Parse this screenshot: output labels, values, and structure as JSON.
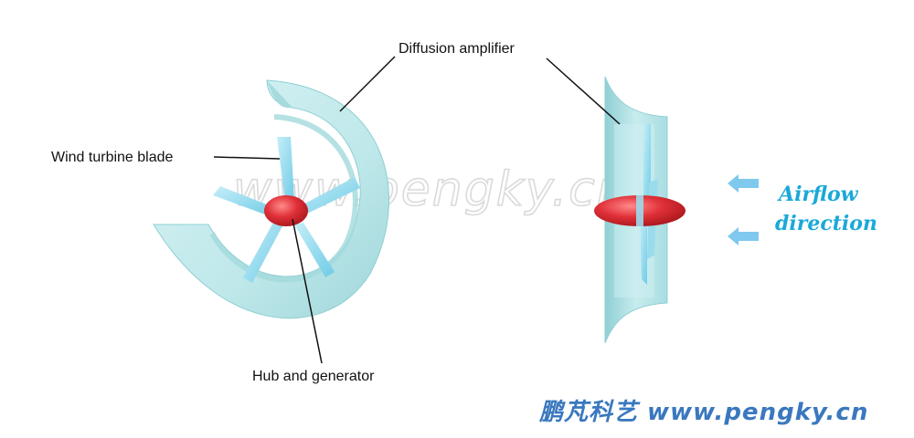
{
  "labels": {
    "diffusion_amplifier": "Diffusion amplifier",
    "wind_turbine_blade": "Wind turbine blade",
    "hub_and_generator": "Hub and generator"
  },
  "airflow": {
    "line1": "Airflow",
    "line2": "direction"
  },
  "watermark": "www.pengky.cn",
  "footer": "鹏芃科艺 www.pengky.cn",
  "colors": {
    "duct": "#bfe8ea",
    "duct_dark": "#8fcfd4",
    "blade": "#8fd8ec",
    "hub": "#d6282e",
    "arrow": "#7fc8ee",
    "airflow_text": "#1aa9d8",
    "footer_text": "#3a78bf"
  }
}
